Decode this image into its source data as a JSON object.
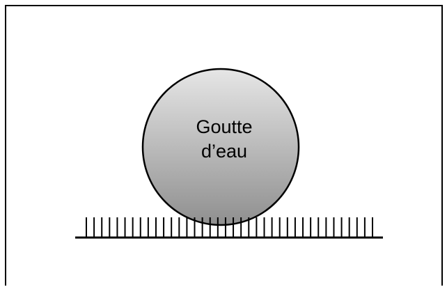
{
  "diagram": {
    "label_lines": [
      "Goutte",
      "d’eau"
    ],
    "colors": {
      "drop_light": "#e6e6e6",
      "drop_dark": "#8f8f8f",
      "outline": "#000000",
      "background": "#ffffff"
    },
    "surface": {
      "pillar_count": 38
    }
  }
}
